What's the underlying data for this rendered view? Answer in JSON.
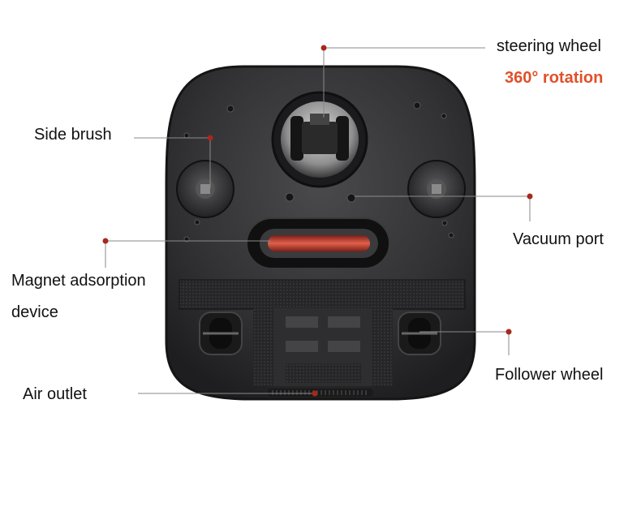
{
  "labels": {
    "steering_wheel": "steering wheel",
    "rotation": "360° rotation",
    "side_brush": "Side brush",
    "vacuum_port": "Vacuum port",
    "magnet_line1": "Magnet adsorption",
    "magnet_line2": "device",
    "follower_wheel": "Follower wheel",
    "air_outlet": "Air outlet"
  },
  "colors": {
    "accent_text": "#e0502a",
    "marker_dot": "#a8281c",
    "leader_line": "#8a8a8a",
    "body_dark": "#2b2b2d",
    "body_edge": "#151516",
    "slot_glow": "#c0392b"
  }
}
